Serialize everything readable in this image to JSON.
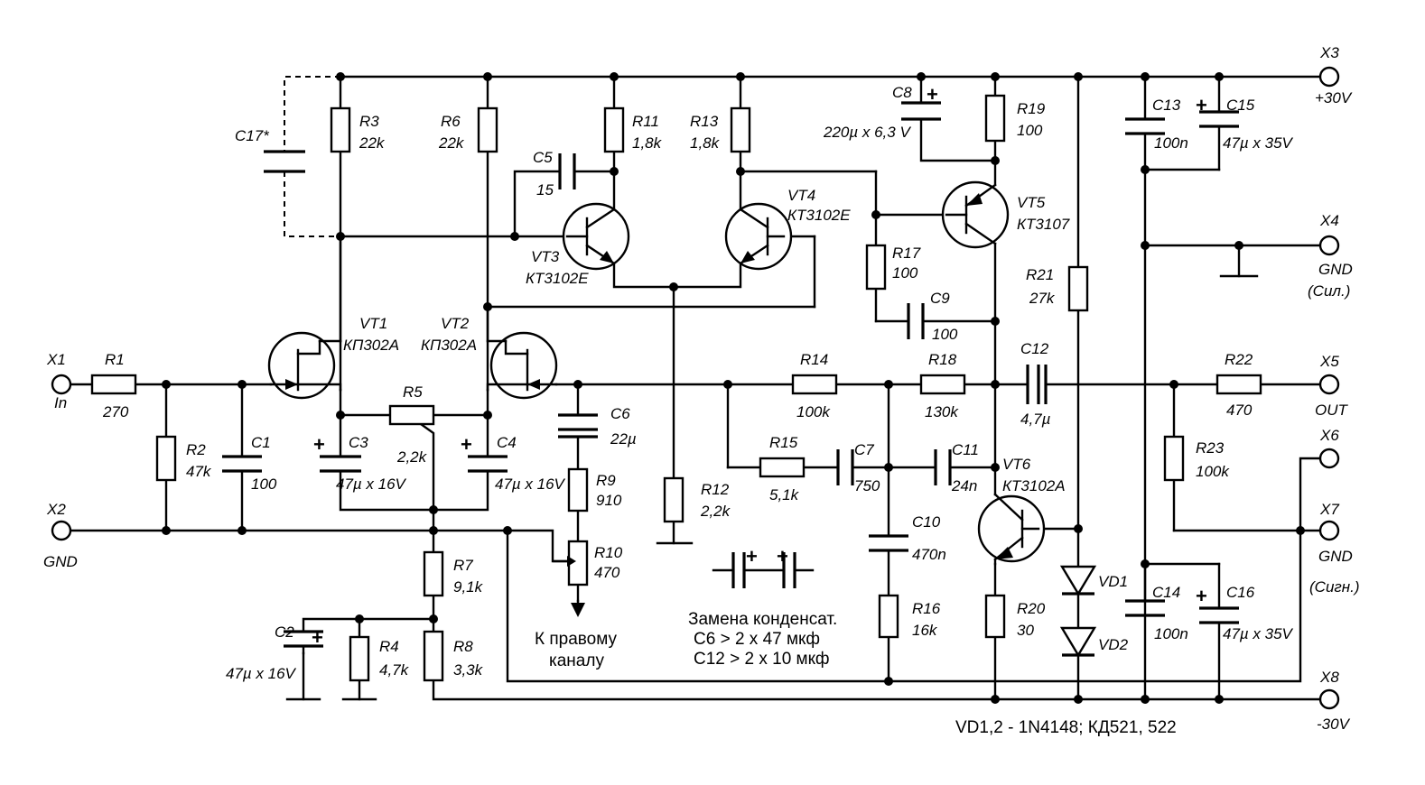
{
  "components": {
    "x1": {
      "ref": "X1",
      "value": "In"
    },
    "x2": {
      "ref": "X2",
      "value": "GND"
    },
    "x3": {
      "ref": "X3",
      "value": "+30V"
    },
    "x4": {
      "ref": "X4",
      "value": "GND",
      "extra": "(Сил.)"
    },
    "x5": {
      "ref": "X5",
      "value": "OUT"
    },
    "x6": {
      "ref": "X6"
    },
    "x7": {
      "ref": "X7",
      "value": "GND",
      "extra": "(Сигн.)"
    },
    "x8": {
      "ref": "X8",
      "value": "-30V"
    },
    "r1": {
      "ref": "R1",
      "value": "270"
    },
    "r2": {
      "ref": "R2",
      "value": "47k"
    },
    "r3": {
      "ref": "R3",
      "value": "22k"
    },
    "r4": {
      "ref": "R4",
      "value": "4,7k"
    },
    "r5": {
      "ref": "R5",
      "value": "2,2k"
    },
    "r6": {
      "ref": "R6",
      "value": "22k"
    },
    "r7": {
      "ref": "R7",
      "value": "9,1k"
    },
    "r8": {
      "ref": "R8",
      "value": "3,3k"
    },
    "r9": {
      "ref": "R9",
      "value": "910"
    },
    "r10": {
      "ref": "R10",
      "value": "470"
    },
    "r11": {
      "ref": "R11",
      "value": "1,8k"
    },
    "r12": {
      "ref": "R12",
      "value": "2,2k"
    },
    "r13": {
      "ref": "R13",
      "value": "1,8k"
    },
    "r14": {
      "ref": "R14",
      "value": "100k"
    },
    "r15": {
      "ref": "R15",
      "value": "5,1k"
    },
    "r16": {
      "ref": "R16",
      "value": "16k"
    },
    "r17": {
      "ref": "R17",
      "value": "100"
    },
    "r18": {
      "ref": "R18",
      "value": "130k"
    },
    "r19": {
      "ref": "R19",
      "value": "100"
    },
    "r20": {
      "ref": "R20",
      "value": "30"
    },
    "r21": {
      "ref": "R21",
      "value": "27k"
    },
    "r22": {
      "ref": "R22",
      "value": "470"
    },
    "r23": {
      "ref": "R23",
      "value": "100k"
    },
    "c1": {
      "ref": "C1",
      "value": "100"
    },
    "c2": {
      "ref": "C2",
      "value": "47µ x 16V"
    },
    "c3": {
      "ref": "C3",
      "value": "47µ x 16V"
    },
    "c4": {
      "ref": "C4",
      "value": "47µ x 16V"
    },
    "c5": {
      "ref": "C5",
      "value": "15"
    },
    "c6": {
      "ref": "C6",
      "value": "22µ"
    },
    "c7": {
      "ref": "C7",
      "value": "750"
    },
    "c8": {
      "ref": "C8",
      "value": "220µ x 6,3 V"
    },
    "c9": {
      "ref": "C9",
      "value": "100"
    },
    "c10": {
      "ref": "C10",
      "value": "470n"
    },
    "c11": {
      "ref": "C11",
      "value": "24n"
    },
    "c12": {
      "ref": "C12",
      "value": "4,7µ"
    },
    "c13": {
      "ref": "C13",
      "value": "100n"
    },
    "c14": {
      "ref": "C14",
      "value": "100n"
    },
    "c15": {
      "ref": "C15",
      "value": "47µ x 35V"
    },
    "c16": {
      "ref": "C16",
      "value": "47µ x 35V"
    },
    "c17": {
      "ref": "C17*"
    },
    "vt1": {
      "ref": "VT1",
      "value": "КП302А"
    },
    "vt2": {
      "ref": "VT2",
      "value": "КП302А"
    },
    "vt3": {
      "ref": "VT3",
      "value": "КТ3102Е"
    },
    "vt4": {
      "ref": "VT4",
      "value": "КТ3102Е"
    },
    "vt5": {
      "ref": "VT5",
      "value": "КТ3107"
    },
    "vt6": {
      "ref": "VT6",
      "value": "КТ3102А"
    },
    "vd1": {
      "ref": "VD1"
    },
    "vd2": {
      "ref": "VD2"
    }
  },
  "notes": {
    "right_channel_line1": "К правому",
    "right_channel_line2": "каналу",
    "replace_title": "Замена конденсат.",
    "replace_c6": "С6 > 2 х 47 мкф",
    "replace_c12": "С12 > 2 х 10 мкф",
    "diodes": "VD1,2 - 1N4148; КД521, 522"
  }
}
